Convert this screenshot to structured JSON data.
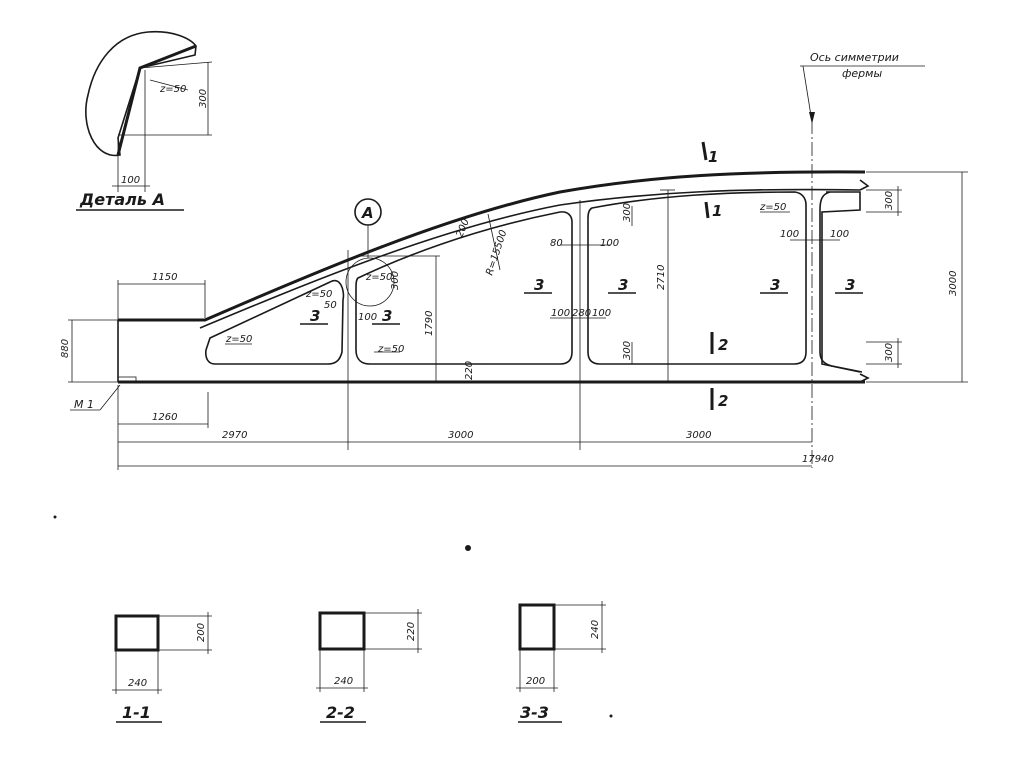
{
  "detail_a": {
    "title": "Деталь А",
    "z": "z=50",
    "dim_height": "300",
    "dim_width": "100"
  },
  "axis_label": {
    "line1": "Ось симметрии",
    "line2": "фермы"
  },
  "callout_a": "А",
  "marker_m1": "М 1",
  "section_marks": {
    "s1": "1",
    "s2": "2"
  },
  "panel_label": "3",
  "radius_label": "R=15500",
  "dims": {
    "d1150": "1150",
    "d880": "880",
    "d1260": "1260",
    "d2970": "2970",
    "d3000a": "3000",
    "d3000b": "3000",
    "d17940": "17940",
    "d1790": "1790",
    "d2710": "2710",
    "d3000h": "3000",
    "d220": "220",
    "d200": "200",
    "d80": "80",
    "d100": "100",
    "d280": "280",
    "d300": "300",
    "d50": "50",
    "z50": "z=50"
  },
  "sections": [
    {
      "title": "1-1",
      "width": "240",
      "height": "200"
    },
    {
      "title": "2-2",
      "width": "240",
      "height": "220"
    },
    {
      "title": "3-3",
      "width": "200",
      "height": "240"
    }
  ]
}
